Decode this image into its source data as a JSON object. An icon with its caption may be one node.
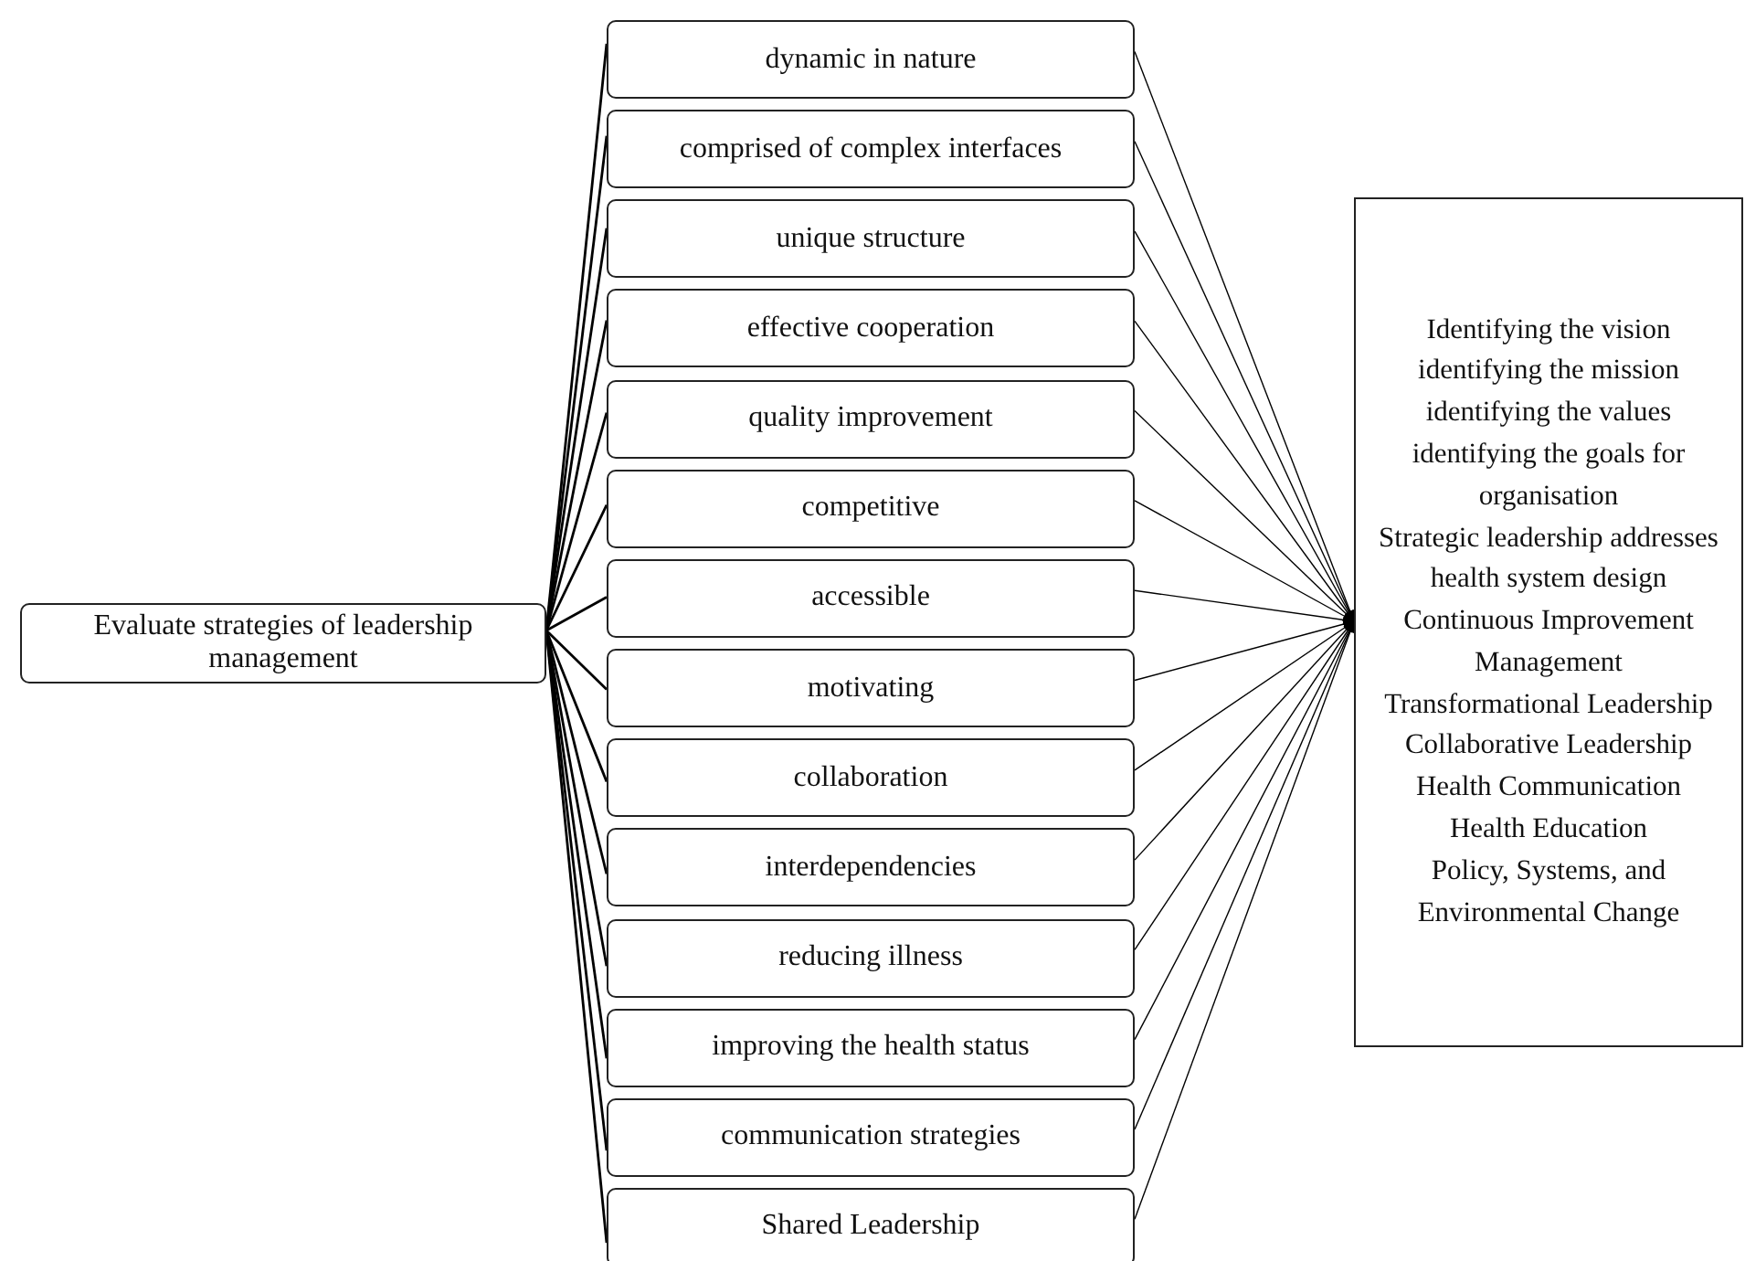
{
  "diagram": {
    "nodes": [
      {
        "text": [
          "Evaluate strategies of leadership management"
        ]
      },
      {
        "text": [
          "dynamic in nature"
        ]
      },
      {
        "text": [
          "comprised of complex interfaces"
        ]
      },
      {
        "text": [
          "unique structure"
        ]
      },
      {
        "text": [
          "effective cooperation"
        ]
      },
      {
        "text": [
          "quality improvement"
        ]
      },
      {
        "text": [
          "competitive"
        ]
      },
      {
        "text": [
          "accessible"
        ]
      },
      {
        "text": [
          "motivating"
        ]
      },
      {
        "text": [
          "collaboration"
        ]
      },
      {
        "text": [
          "interdependencies"
        ]
      },
      {
        "text": [
          "reducing illness"
        ]
      },
      {
        "text": [
          "improving the health status"
        ]
      },
      {
        "text": [
          "communication strategies"
        ]
      },
      {
        "text": [
          "Shared Leadership"
        ]
      },
      {
        "text": [
          "Identifying the vision",
          "identifying the mission",
          "identifying the values",
          "identifying the goals for organisation",
          "Strategic leadership addresses health system design",
          "Continuous Improvement Management",
          "Transformational Leadership",
          "Collaborative Leadership",
          "Health Communication",
          "Health Education",
          "Policy, Systems, and Environmental Change"
        ]
      }
    ],
    "edges": [
      {
        "from": 0,
        "to": 1,
        "arrow": "none"
      },
      {
        "from": 0,
        "to": 2,
        "arrow": "none"
      },
      {
        "from": 0,
        "to": 3,
        "arrow": "none"
      },
      {
        "from": 0,
        "to": 4,
        "arrow": "none"
      },
      {
        "from": 0,
        "to": 5,
        "arrow": "none"
      },
      {
        "from": 0,
        "to": 6,
        "arrow": "none"
      },
      {
        "from": 0,
        "to": 7,
        "arrow": "none"
      },
      {
        "from": 0,
        "to": 8,
        "arrow": "none"
      },
      {
        "from": 0,
        "to": 9,
        "arrow": "none"
      },
      {
        "from": 0,
        "to": 10,
        "arrow": "none"
      },
      {
        "from": 0,
        "to": 11,
        "arrow": "none"
      },
      {
        "from": 0,
        "to": 12,
        "arrow": "none"
      },
      {
        "from": 0,
        "to": 13,
        "arrow": "none"
      },
      {
        "from": 0,
        "to": 14,
        "arrow": "none"
      },
      {
        "from": 1,
        "to": 15,
        "arrow": "to"
      },
      {
        "from": 2,
        "to": 15,
        "arrow": "to"
      },
      {
        "from": 3,
        "to": 15,
        "arrow": "to"
      },
      {
        "from": 4,
        "to": 15,
        "arrow": "to"
      },
      {
        "from": 5,
        "to": 15,
        "arrow": "to"
      },
      {
        "from": 6,
        "to": 15,
        "arrow": "to"
      },
      {
        "from": 7,
        "to": 15,
        "arrow": "to"
      },
      {
        "from": 8,
        "to": 15,
        "arrow": "to"
      },
      {
        "from": 9,
        "to": 15,
        "arrow": "to"
      },
      {
        "from": 10,
        "to": 15,
        "arrow": "to"
      },
      {
        "from": 11,
        "to": 15,
        "arrow": "to"
      },
      {
        "from": 12,
        "to": 15,
        "arrow": "to"
      },
      {
        "from": 13,
        "to": 15,
        "arrow": "to"
      },
      {
        "from": 14,
        "to": 15,
        "arrow": "to"
      }
    ]
  }
}
